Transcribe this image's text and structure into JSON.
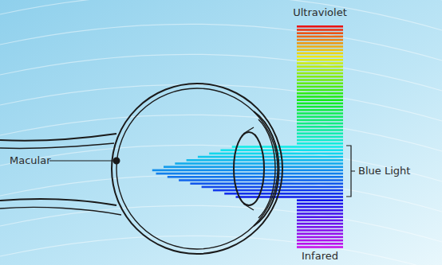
{
  "diagram": {
    "labels": [
      "Macular",
      "Ultraviolet",
      "Blue Light",
      "Infared"
    ]
  }
}
